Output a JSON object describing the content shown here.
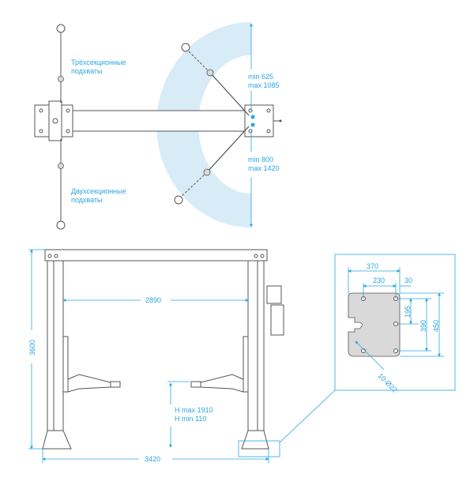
{
  "top_view": {
    "label_three_section": [
      "Трёхсекционные",
      "подхваты"
    ],
    "label_two_section": [
      "Двухсекционные",
      "подхваты"
    ],
    "dim_upper": [
      "min 625",
      "max 1085"
    ],
    "dim_lower": [
      "min 800",
      "max 1420"
    ]
  },
  "front_view": {
    "height_total": "3600",
    "width_inner": "2890",
    "width_total": "3420",
    "lift_height": [
      "H max 1910",
      "H min 110"
    ]
  },
  "base_detail": {
    "dim_370": "370",
    "dim_230": "230",
    "dim_30": "30",
    "dim_195": "195",
    "dim_390": "390",
    "dim_450": "450",
    "holes": "10-Ø22"
  },
  "colors": {
    "accent": "#2aa6e0",
    "reach_zone": "#d8ecf8",
    "line": "#555555"
  }
}
